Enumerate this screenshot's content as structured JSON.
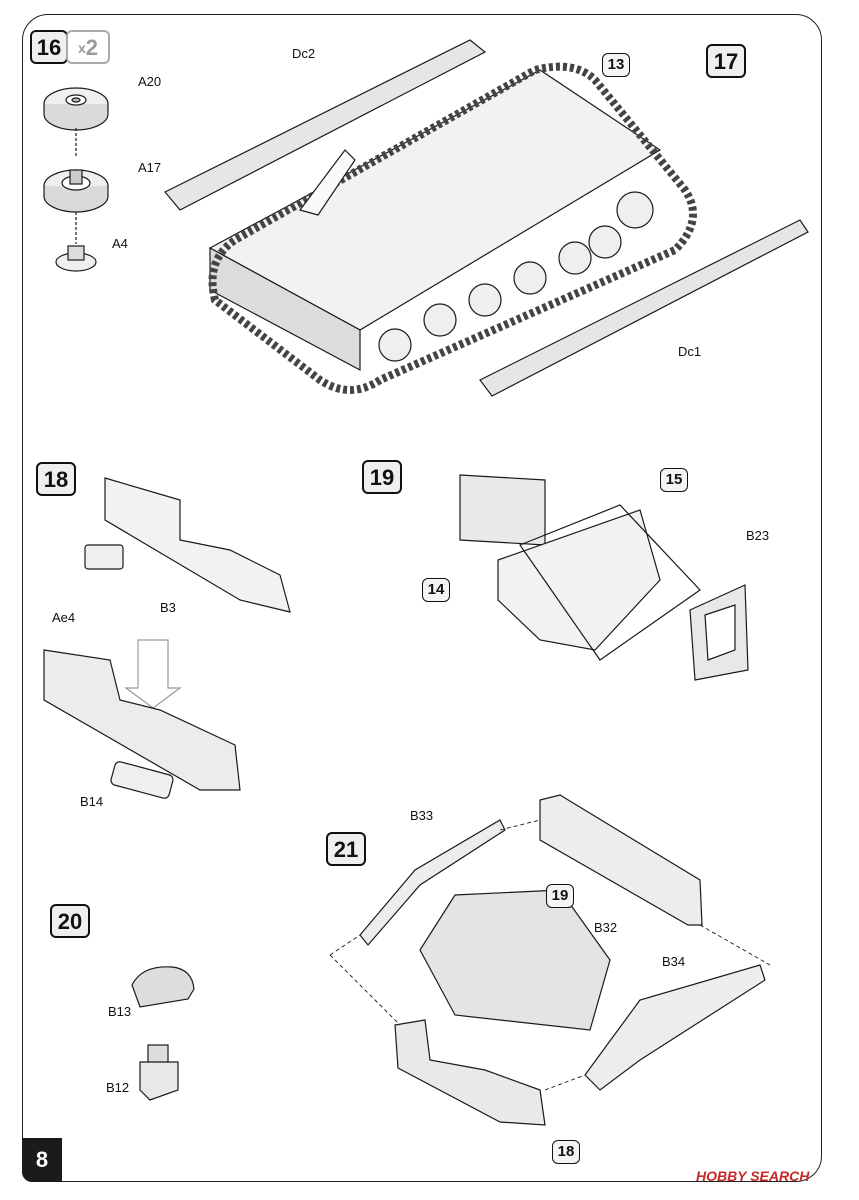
{
  "page": {
    "number": "8"
  },
  "steps": {
    "s16": "16",
    "s16_mult_x": "x",
    "s16_mult_n": "2",
    "s17": "17",
    "s18": "18",
    "s19": "19",
    "s20": "20",
    "s21": "21"
  },
  "refs": {
    "r13": "13",
    "r15": "15",
    "r14": "14",
    "r19": "19",
    "r18": "18"
  },
  "parts": {
    "A20": "A20",
    "A17": "A17",
    "A4": "A4",
    "Dc2": "Dc2",
    "Dc1": "Dc1",
    "Ae4": "Ae4",
    "B3": "B3",
    "B14": "B14",
    "B23": "B23",
    "B13": "B13",
    "B12": "B12",
    "B33": "B33",
    "B32": "B32",
    "B34": "B34"
  },
  "watermark": "HOBBY SEARCH",
  "colors": {
    "line": "#1a1a1a",
    "fill": "#e8e8e8",
    "watermark": "#c62828"
  }
}
